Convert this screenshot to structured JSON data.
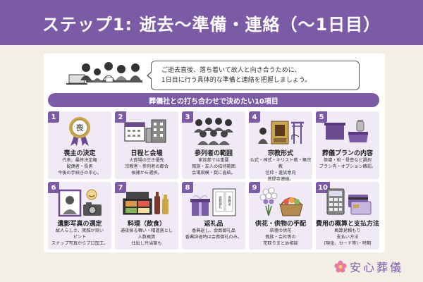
{
  "header": {
    "title": "ステップ1: 逝去〜準備・連絡（〜1日目）"
  },
  "intro": {
    "line1": "ご逝去直後、落ち着いて故人と向き合うために、",
    "line2": "1日目に行う具体的な準備と連絡を把握しましょう。"
  },
  "section": {
    "title": "葬儀社との打ち合わせで決めたい10項目"
  },
  "cards": [
    {
      "number": "1",
      "title": "喪主の決定",
      "desc": [
        "代表、最終決定権",
        "配偶者・長男",
        "今後の手続きの中心。"
      ],
      "seal": "喪"
    },
    {
      "number": "2",
      "title": "日程と会場",
      "desc": [
        "火葬場の空き優先",
        "宗教者・参列者の都合",
        "候補から選択。"
      ]
    },
    {
      "number": "3",
      "title": "参列者の範囲",
      "desc": [
        "家族葬では重要",
        "親族・友人の招待範囲",
        "会場規模・数に直結。"
      ]
    },
    {
      "number": "4",
      "title": "宗教形式",
      "desc": [
        "仏式・神式・キリスト教・無宗教",
        "信仰・遺族意向",
        "菩提寺連絡。"
      ]
    },
    {
      "number": "5",
      "title": "葬儀プランの内容",
      "desc": [
        "祭壇・棺・骨壺など選択",
        "プラン内・オプション確認。"
      ]
    },
    {
      "number": "6",
      "title": "遺影写真の選定",
      "desc": [
        "故人らしさ、笑顔が良い",
        "ピント",
        "スナップ写真からプロ加工。"
      ]
    },
    {
      "number": "7",
      "title": "料理（飲食）",
      "desc": [
        "通夜振る舞い・精進落とし",
        "人数概算",
        "仕出し弁当案も"
      ]
    },
    {
      "number": "8",
      "title": "返礼品",
      "desc": [
        "香典返し、会葬御礼品",
        "香典辞退時は会葬御礼のみ。"
      ],
      "labels": [
        "会葬御礼",
        "香典返"
      ]
    },
    {
      "number": "9",
      "title": "供花・供物の手配",
      "desc": [
        "祭壇の供花",
        "親族・会社等の",
        "花取りまとめ相談"
      ]
    },
    {
      "number": "10",
      "title": "費用の概算と支払方法",
      "desc": [
        "概算見積もり",
        "支払い方法",
        "(現金、カード等)・時期"
      ]
    }
  ],
  "brand": {
    "name": "安心葬儀"
  },
  "colors": {
    "accent": "#7b5aa6",
    "card_bg": "#efeaf5",
    "page_bg": "#f4efe6",
    "brand_pink": "#e87aa0"
  }
}
